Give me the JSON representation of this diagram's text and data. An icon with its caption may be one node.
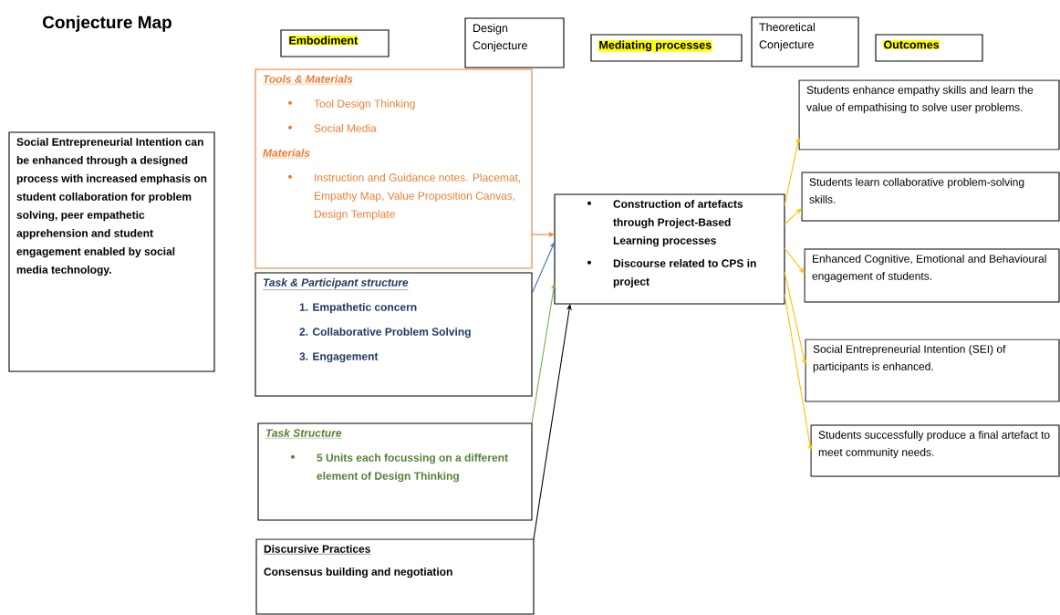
{
  "diagram": {
    "title": "Conjecture Map",
    "nodes": [
      {
        "text": [
          "Embodiment"
        ]
      },
      {
        "text": [
          "Design Conjecture"
        ]
      },
      {
        "text": [
          "Mediating processes"
        ]
      },
      {
        "text": [
          "Theoretical Conjecture"
        ]
      },
      {
        "text": [
          "Outcomes"
        ]
      },
      {
        "text": [
          "Social Entrepreneurial Intention can be enhanced through a designed process with increased emphasis on student collaboration for problem solving, peer empathetic apprehension and student engagement enabled by social media technology."
        ]
      },
      {
        "text": [
          "Tools & Materials",
          "Tool Design Thinking",
          "Social Media",
          "Materials",
          "Instruction and Guidance notes. Placemat, Empathy Map, Value Proposition Canvas, Design Template"
        ]
      },
      {
        "text": [
          "Task & Participant structure",
          "1. Empathetic concern",
          "2. Collaborative Problem Solving",
          "3. Engagement"
        ]
      },
      {
        "text": [
          "Task Structure",
          "5 Units each focussing on a different element of Design Thinking"
        ]
      },
      {
        "text": [
          "Discursive Practices",
          "Consensus building and negotiation"
        ]
      },
      {
        "text": [
          "Construction of artefacts through Project-Based Learning processes",
          "Discourse related to CPS in project"
        ]
      },
      {
        "text": [
          "Students enhance empathy skills and learn the value of empathising to solve user problems."
        ]
      },
      {
        "text": [
          "Students learn collaborative problem-solving skills."
        ]
      },
      {
        "text": [
          "Enhanced Cognitive, Emotional and Behavioural engagement of students."
        ]
      },
      {
        "text": [
          "Social Entrepreneurial Intention (SEI) of participants is enhanced."
        ]
      },
      {
        "text": [
          "Students successfully produce a final artefact to meet community needs."
        ]
      }
    ],
    "edges": [
      {
        "from": 6,
        "to": 10,
        "arrow": "to",
        "color": "#ed7d31"
      },
      {
        "from": 7,
        "to": 10,
        "arrow": "to",
        "color": "#4472c4"
      },
      {
        "from": 8,
        "to": 10,
        "arrow": "to",
        "color": "#70ad47"
      },
      {
        "from": 9,
        "to": 10,
        "arrow": "to",
        "color": "#000000"
      },
      {
        "from": 10,
        "to": 11,
        "arrow": "to"
      },
      {
        "from": 10,
        "to": 12,
        "arrow": "to"
      },
      {
        "from": 10,
        "to": 13,
        "arrow": "to"
      },
      {
        "from": 10,
        "to": 14,
        "arrow": "to"
      },
      {
        "from": 10,
        "to": 15,
        "arrow": "to"
      }
    ]
  }
}
